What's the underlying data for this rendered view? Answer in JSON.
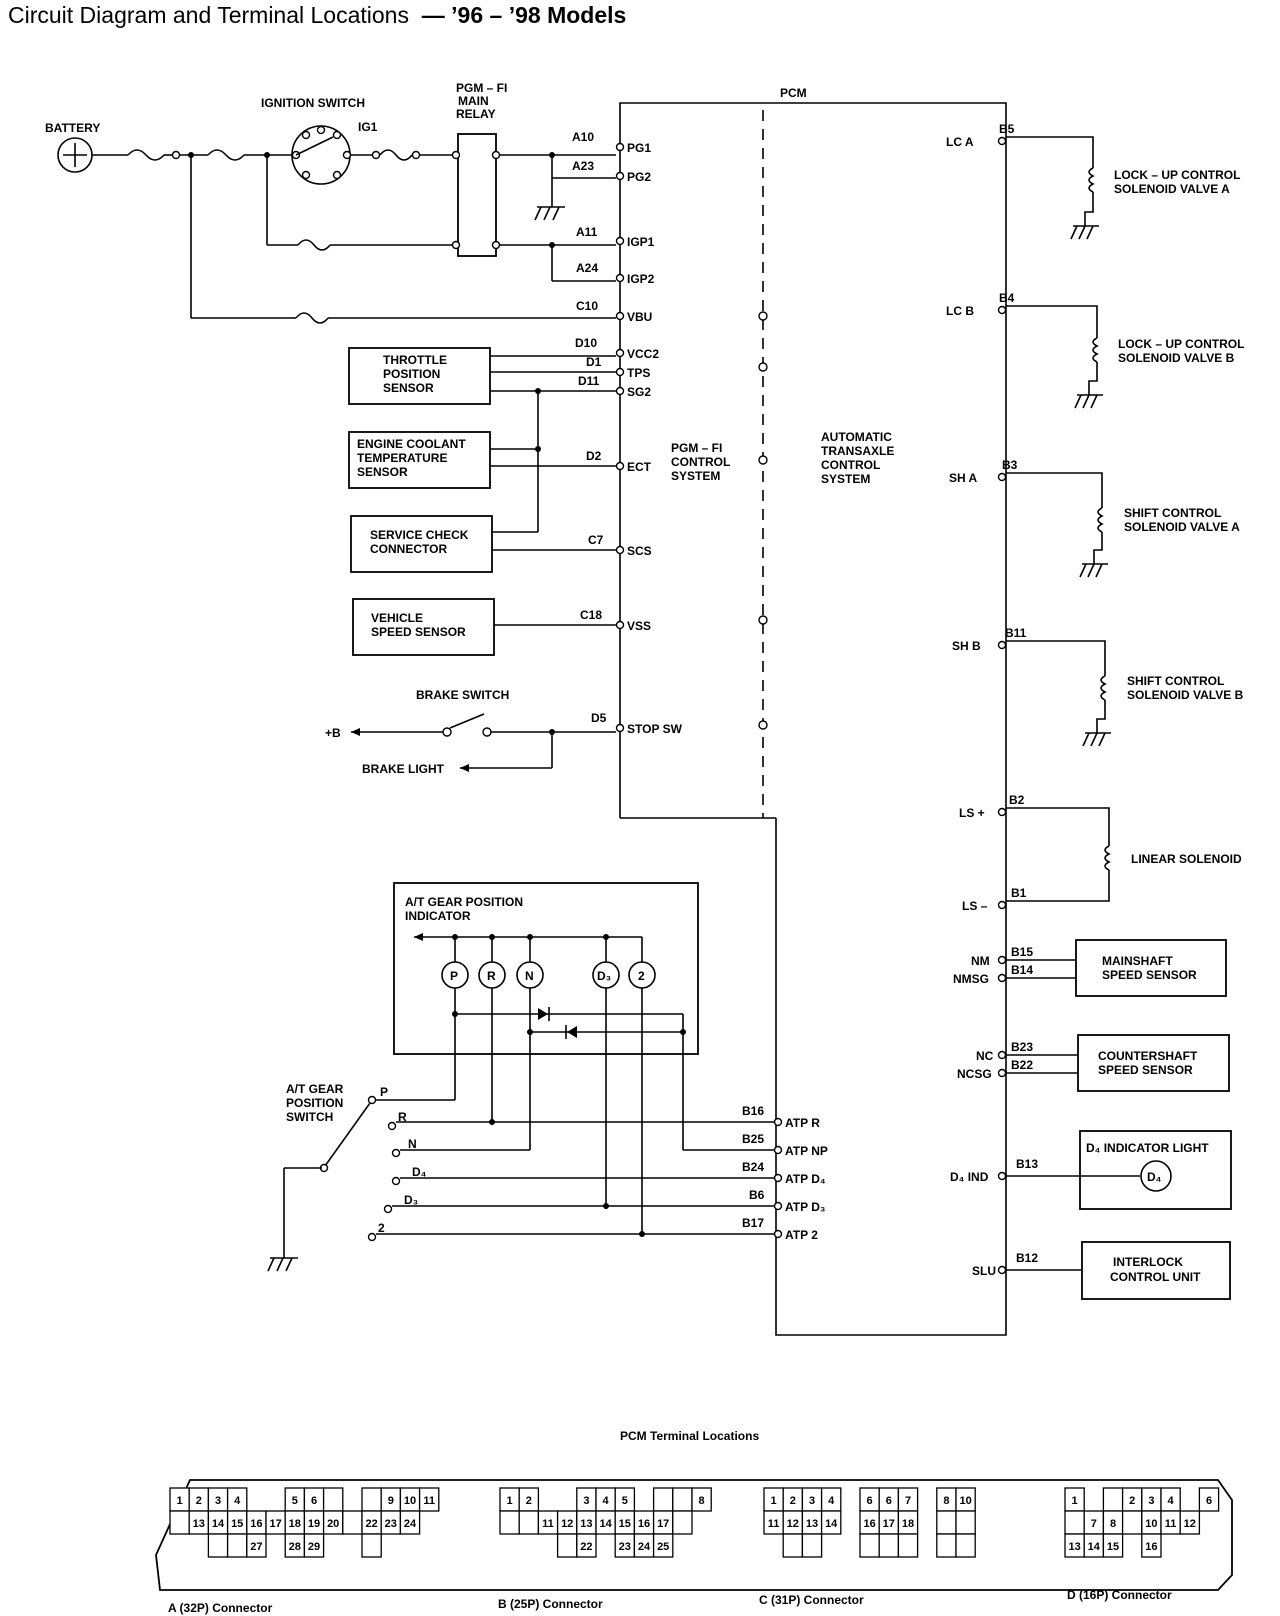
{
  "title": {
    "main": "Circuit Diagram and Terminal Locations",
    "sub": "— ’96 – ’98 Models"
  },
  "components": {
    "battery": "BATTERY",
    "ignition_switch": "IGNITION SWITCH",
    "ig1": "IG1",
    "main_relay": [
      "PGM – FI",
      "MAIN",
      "RELAY"
    ],
    "pcm": "PCM",
    "tps": [
      "THROTTLE",
      "POSITION",
      "SENSOR"
    ],
    "ect_sensor": [
      "ENGINE COOLANT",
      "TEMPERATURE",
      "SENSOR"
    ],
    "service_check": [
      "SERVICE CHECK",
      "CONNECTOR"
    ],
    "vss": [
      "VEHICLE",
      "SPEED SENSOR"
    ],
    "brake_switch": "BRAKE SWITCH",
    "plus_b": "+B",
    "brake_light": "BRAKE LIGHT",
    "pgmfi_system": [
      "PGM – FI",
      "CONTROL",
      "SYSTEM"
    ],
    "at_system": [
      "AUTOMATIC",
      "TRANSAXLE",
      "CONTROL",
      "SYSTEM"
    ],
    "gear_indicator": [
      "A/T GEAR POSITION",
      "INDICATOR"
    ],
    "gear_lamps": [
      "P",
      "R",
      "N",
      "D₃",
      "2"
    ],
    "gear_switch": [
      "A/T GEAR",
      "POSITION",
      "SWITCH"
    ],
    "switch_positions": [
      "P",
      "R",
      "N",
      "D₄",
      "D₃",
      "2"
    ],
    "lc_a_valve": [
      "LOCK – UP CONTROL",
      "SOLENOID VALVE A"
    ],
    "lc_b_valve": [
      "LOCK – UP CONTROL",
      "SOLENOID VALVE B"
    ],
    "sh_a_valve": [
      "SHIFT CONTROL",
      "SOLENOID VALVE A"
    ],
    "sh_b_valve": [
      "SHIFT CONTROL",
      "SOLENOID VALVE B"
    ],
    "linear_solenoid": "LINEAR SOLENOID",
    "mainshaft": [
      "MAINSHAFT",
      "SPEED SENSOR"
    ],
    "countershaft": [
      "COUNTERSHAFT",
      "SPEED SENSOR"
    ],
    "d4_light": "D₄ INDICATOR LIGHT",
    "d4_lamp": "D₄",
    "interlock": [
      "INTERLOCK",
      "CONTROL UNIT"
    ]
  },
  "pcm_left": [
    {
      "wire": "A10",
      "term": "PG1"
    },
    {
      "wire": "A23",
      "term": "PG2"
    },
    {
      "wire": "A11",
      "term": "IGP1"
    },
    {
      "wire": "A24",
      "term": "IGP2"
    },
    {
      "wire": "C10",
      "term": "VBU"
    },
    {
      "wire": "D10",
      "term": "VCC2"
    },
    {
      "wire": "D1",
      "term": "TPS"
    },
    {
      "wire": "D11",
      "term": "SG2"
    },
    {
      "wire": "D2",
      "term": "ECT"
    },
    {
      "wire": "C7",
      "term": "SCS"
    },
    {
      "wire": "C18",
      "term": "VSS"
    },
    {
      "wire": "D5",
      "term": "STOP SW"
    }
  ],
  "pcm_atp": [
    {
      "wire": "B16",
      "term": "ATP R"
    },
    {
      "wire": "B25",
      "term": "ATP NP"
    },
    {
      "wire": "B24",
      "term": "ATP D₄"
    },
    {
      "wire": "B6",
      "term": "ATP D₃"
    },
    {
      "wire": "B17",
      "term": "ATP 2"
    }
  ],
  "pcm_right": [
    {
      "wire": "B5",
      "term": "LC A"
    },
    {
      "wire": "B4",
      "term": "LC B"
    },
    {
      "wire": "B3",
      "term": "SH A"
    },
    {
      "wire": "B11",
      "term": "SH B"
    },
    {
      "wire": "B2",
      "term": "LS +"
    },
    {
      "wire": "B1",
      "term": "LS –"
    },
    {
      "wire": "B15",
      "term": "NM"
    },
    {
      "wire": "B14",
      "term": "NMSG"
    },
    {
      "wire": "B23",
      "term": "NC"
    },
    {
      "wire": "B22",
      "term": "NCSG"
    },
    {
      "wire": "B13",
      "term": "D₄ IND"
    },
    {
      "wire": "B12",
      "term": "SLU"
    }
  ],
  "terminal_locations": {
    "title": "PCM Terminal Locations",
    "connectors": [
      {
        "label": "A (32P) Connector",
        "rows": [
          [
            "1",
            "2",
            "3",
            "4",
            "",
            "",
            "5",
            "6",
            "/",
            "",
            "/",
            "9",
            "10",
            "11"
          ],
          [
            "/",
            "13",
            "14",
            "15",
            "16",
            "17",
            "18",
            "19",
            "20",
            "/",
            "22",
            "23",
            "24"
          ],
          [
            "",
            "",
            "/",
            "/",
            "27",
            "",
            "28",
            "29",
            "",
            "",
            "/"
          ]
        ]
      },
      {
        "label": "B (25P) Connector",
        "rows": [
          [
            "1",
            "2",
            "",
            "",
            "3",
            "4",
            "5",
            "",
            "/",
            "/",
            "8"
          ],
          [
            "/",
            "/",
            "11",
            "12",
            "13",
            "14",
            "15",
            "16",
            "17",
            "/"
          ],
          [
            "",
            "",
            "",
            "/",
            "22",
            "",
            "23",
            "24",
            "25"
          ]
        ]
      },
      {
        "label": "C (31P) Connector",
        "rows": [
          [
            "1",
            "2",
            "3",
            "4",
            "",
            "6",
            "6",
            "7",
            "",
            "8",
            "10"
          ],
          [
            "11",
            "12",
            "13",
            "14",
            "",
            "16",
            "17",
            "18",
            "",
            "/",
            "/"
          ],
          [
            "",
            "/",
            "/",
            "",
            "",
            "/",
            "/",
            "/",
            "",
            "/",
            "/"
          ]
        ]
      },
      {
        "label": "D (16P) Connector",
        "rows": [
          [
            "1",
            "",
            "/",
            "2",
            "3",
            "4",
            "",
            "6"
          ],
          [
            "/",
            "7",
            "8",
            "/",
            "10",
            "11",
            "12"
          ],
          [
            "13",
            "14",
            "15",
            "",
            "16"
          ]
        ]
      }
    ]
  }
}
